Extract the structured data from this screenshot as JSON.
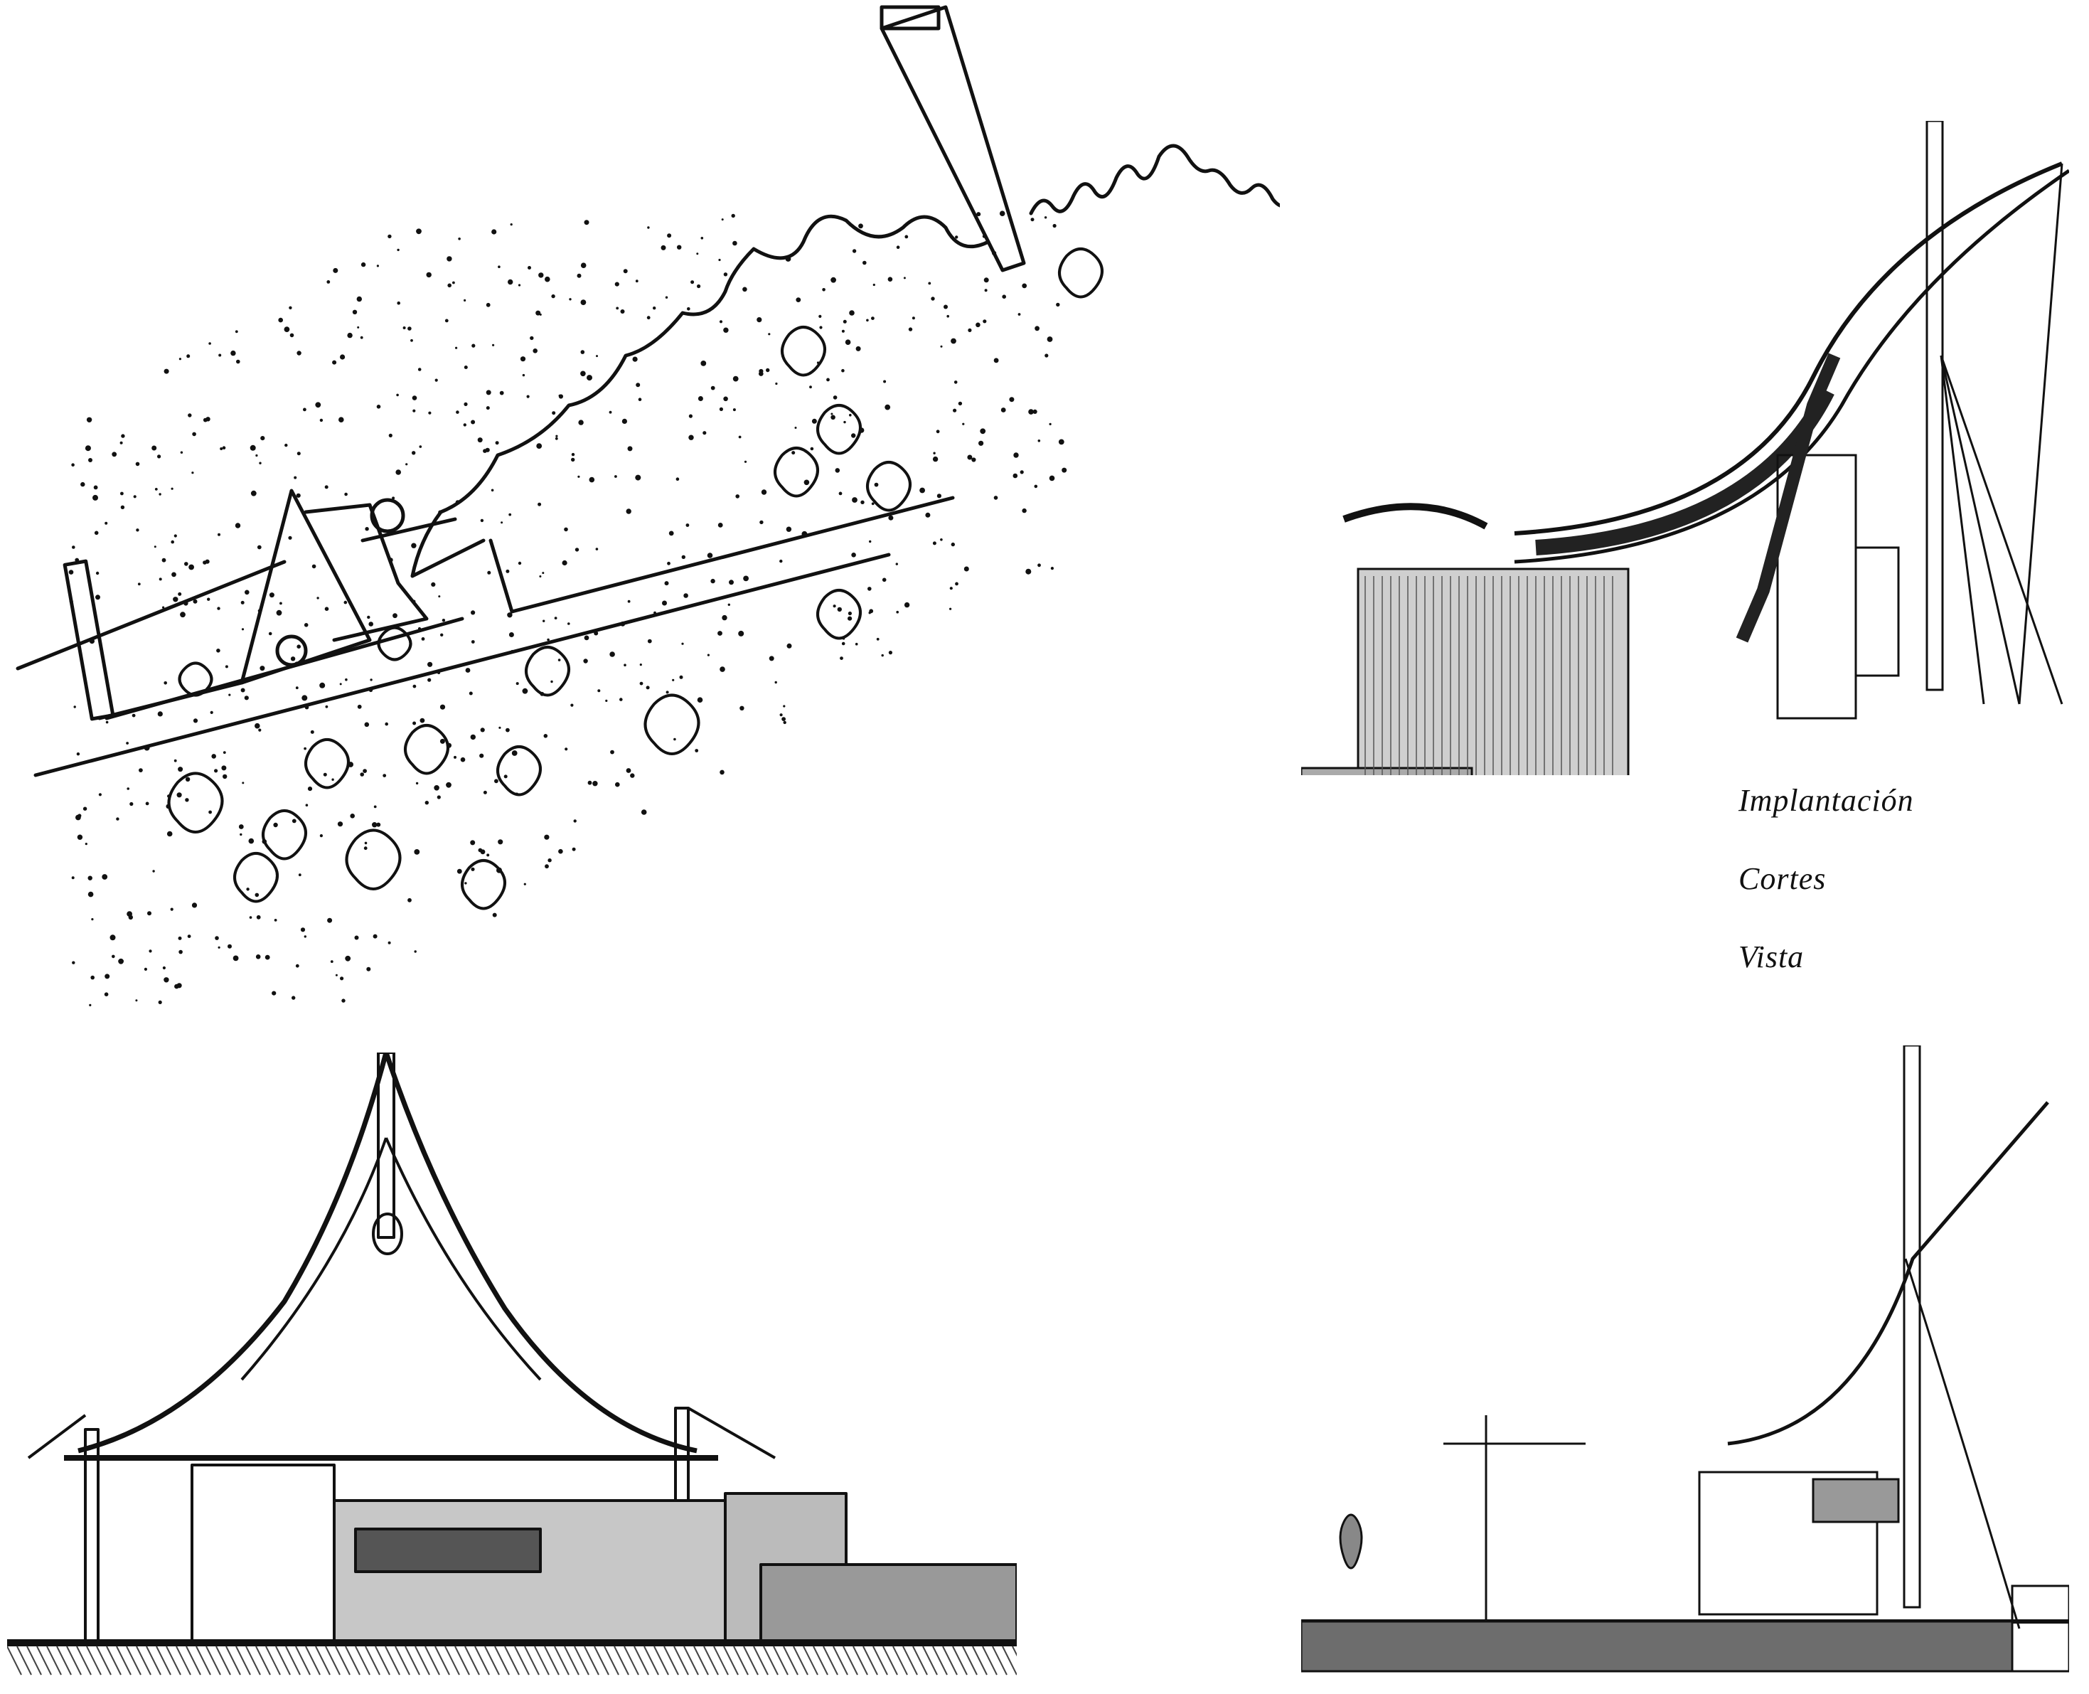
{
  "captions": {
    "site_plan": "Implantación",
    "sections": "Cortes",
    "view": "Vista"
  },
  "colors": {
    "ink": "#111111",
    "paper": "#ffffff",
    "hatch": "#6b6b6b",
    "wood": "#9a9a9a"
  }
}
